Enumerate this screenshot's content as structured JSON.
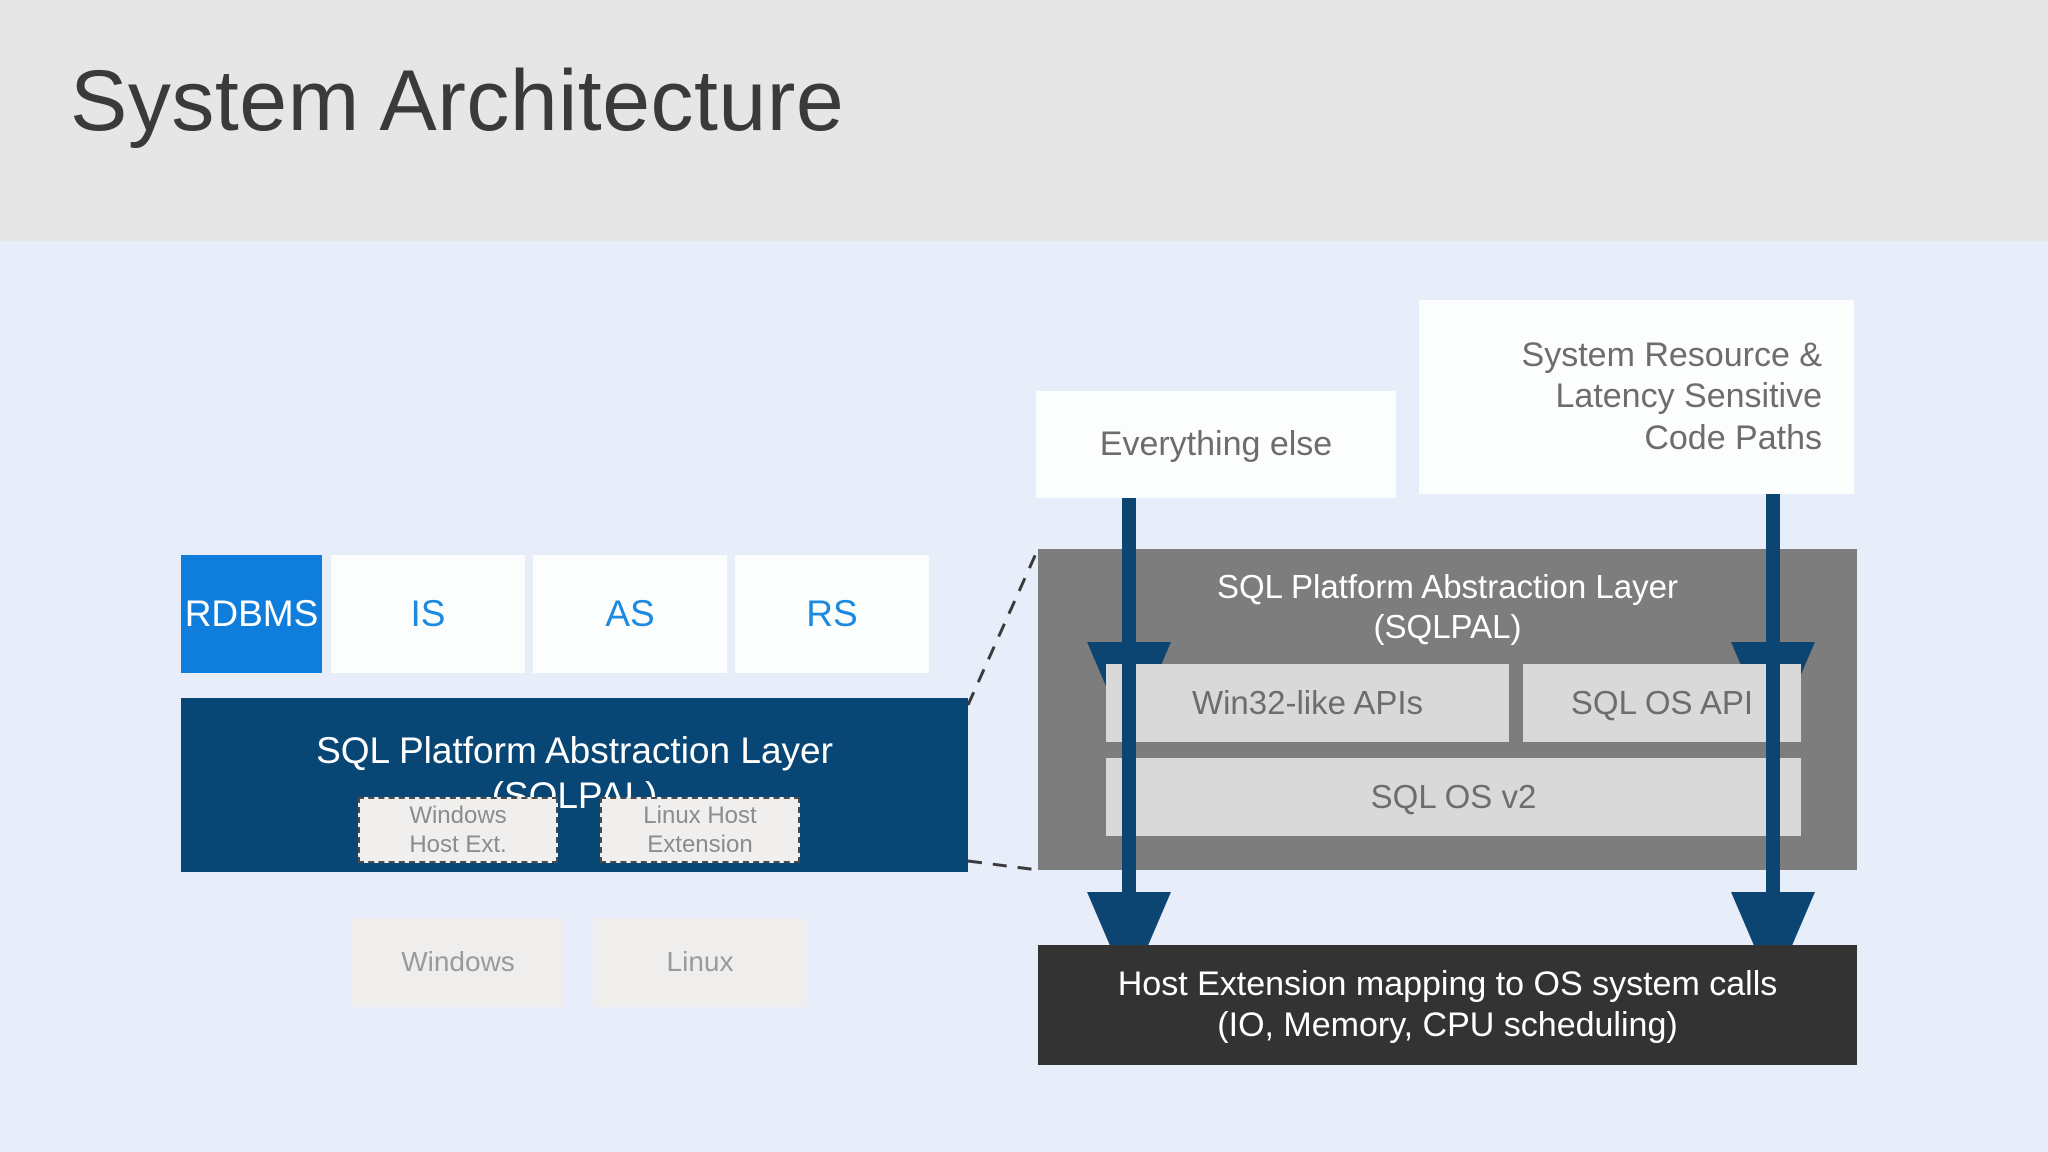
{
  "header": {
    "title": "System Architecture",
    "band_color": "#e6e6e6"
  },
  "canvas": {
    "background_color": "#e8eef9"
  },
  "left_diagram": {
    "service_tiles": [
      {
        "label": "RDBMS",
        "active": true,
        "fill": "#0f7ddb",
        "text_color": "#ffffff"
      },
      {
        "label": "IS",
        "active": false,
        "fill": "#fcfdfd",
        "text_color": "#1b8ae0"
      },
      {
        "label": "AS",
        "active": false,
        "fill": "#fcfdfd",
        "text_color": "#1b8ae0"
      },
      {
        "label": "RS",
        "active": false,
        "fill": "#fcfdfd",
        "text_color": "#1b8ae0"
      }
    ],
    "sqlpal": {
      "label": "SQL Platform Abstraction Layer\n(SQLPAL)",
      "fill": "#084675",
      "text_color": "#ffffff"
    },
    "host_extensions": [
      {
        "label": "Windows\nHost Ext."
      },
      {
        "label": "Linux Host\nExtension"
      }
    ],
    "operating_systems": [
      {
        "label": "Windows"
      },
      {
        "label": "Linux"
      }
    ]
  },
  "right_diagram": {
    "callouts": [
      {
        "label": "Everything else"
      },
      {
        "label": "System Resource &\nLatency Sensitive\nCode Paths"
      }
    ],
    "sqlpal": {
      "label": "SQL Platform Abstraction Layer\n(SQLPAL)",
      "fill": "#7d7d7d",
      "text_color": "#ffffff"
    },
    "api_boxes": [
      {
        "label": "Win32-like APIs"
      },
      {
        "label": "SQL OS API"
      },
      {
        "label": "SQL OS v2"
      }
    ],
    "host_extension_block": {
      "label": "Host Extension mapping to OS system calls\n(IO, Memory, CPU scheduling)",
      "fill": "#333333",
      "text_color": "#ffffff"
    },
    "arrow_color": "#0d4572"
  }
}
